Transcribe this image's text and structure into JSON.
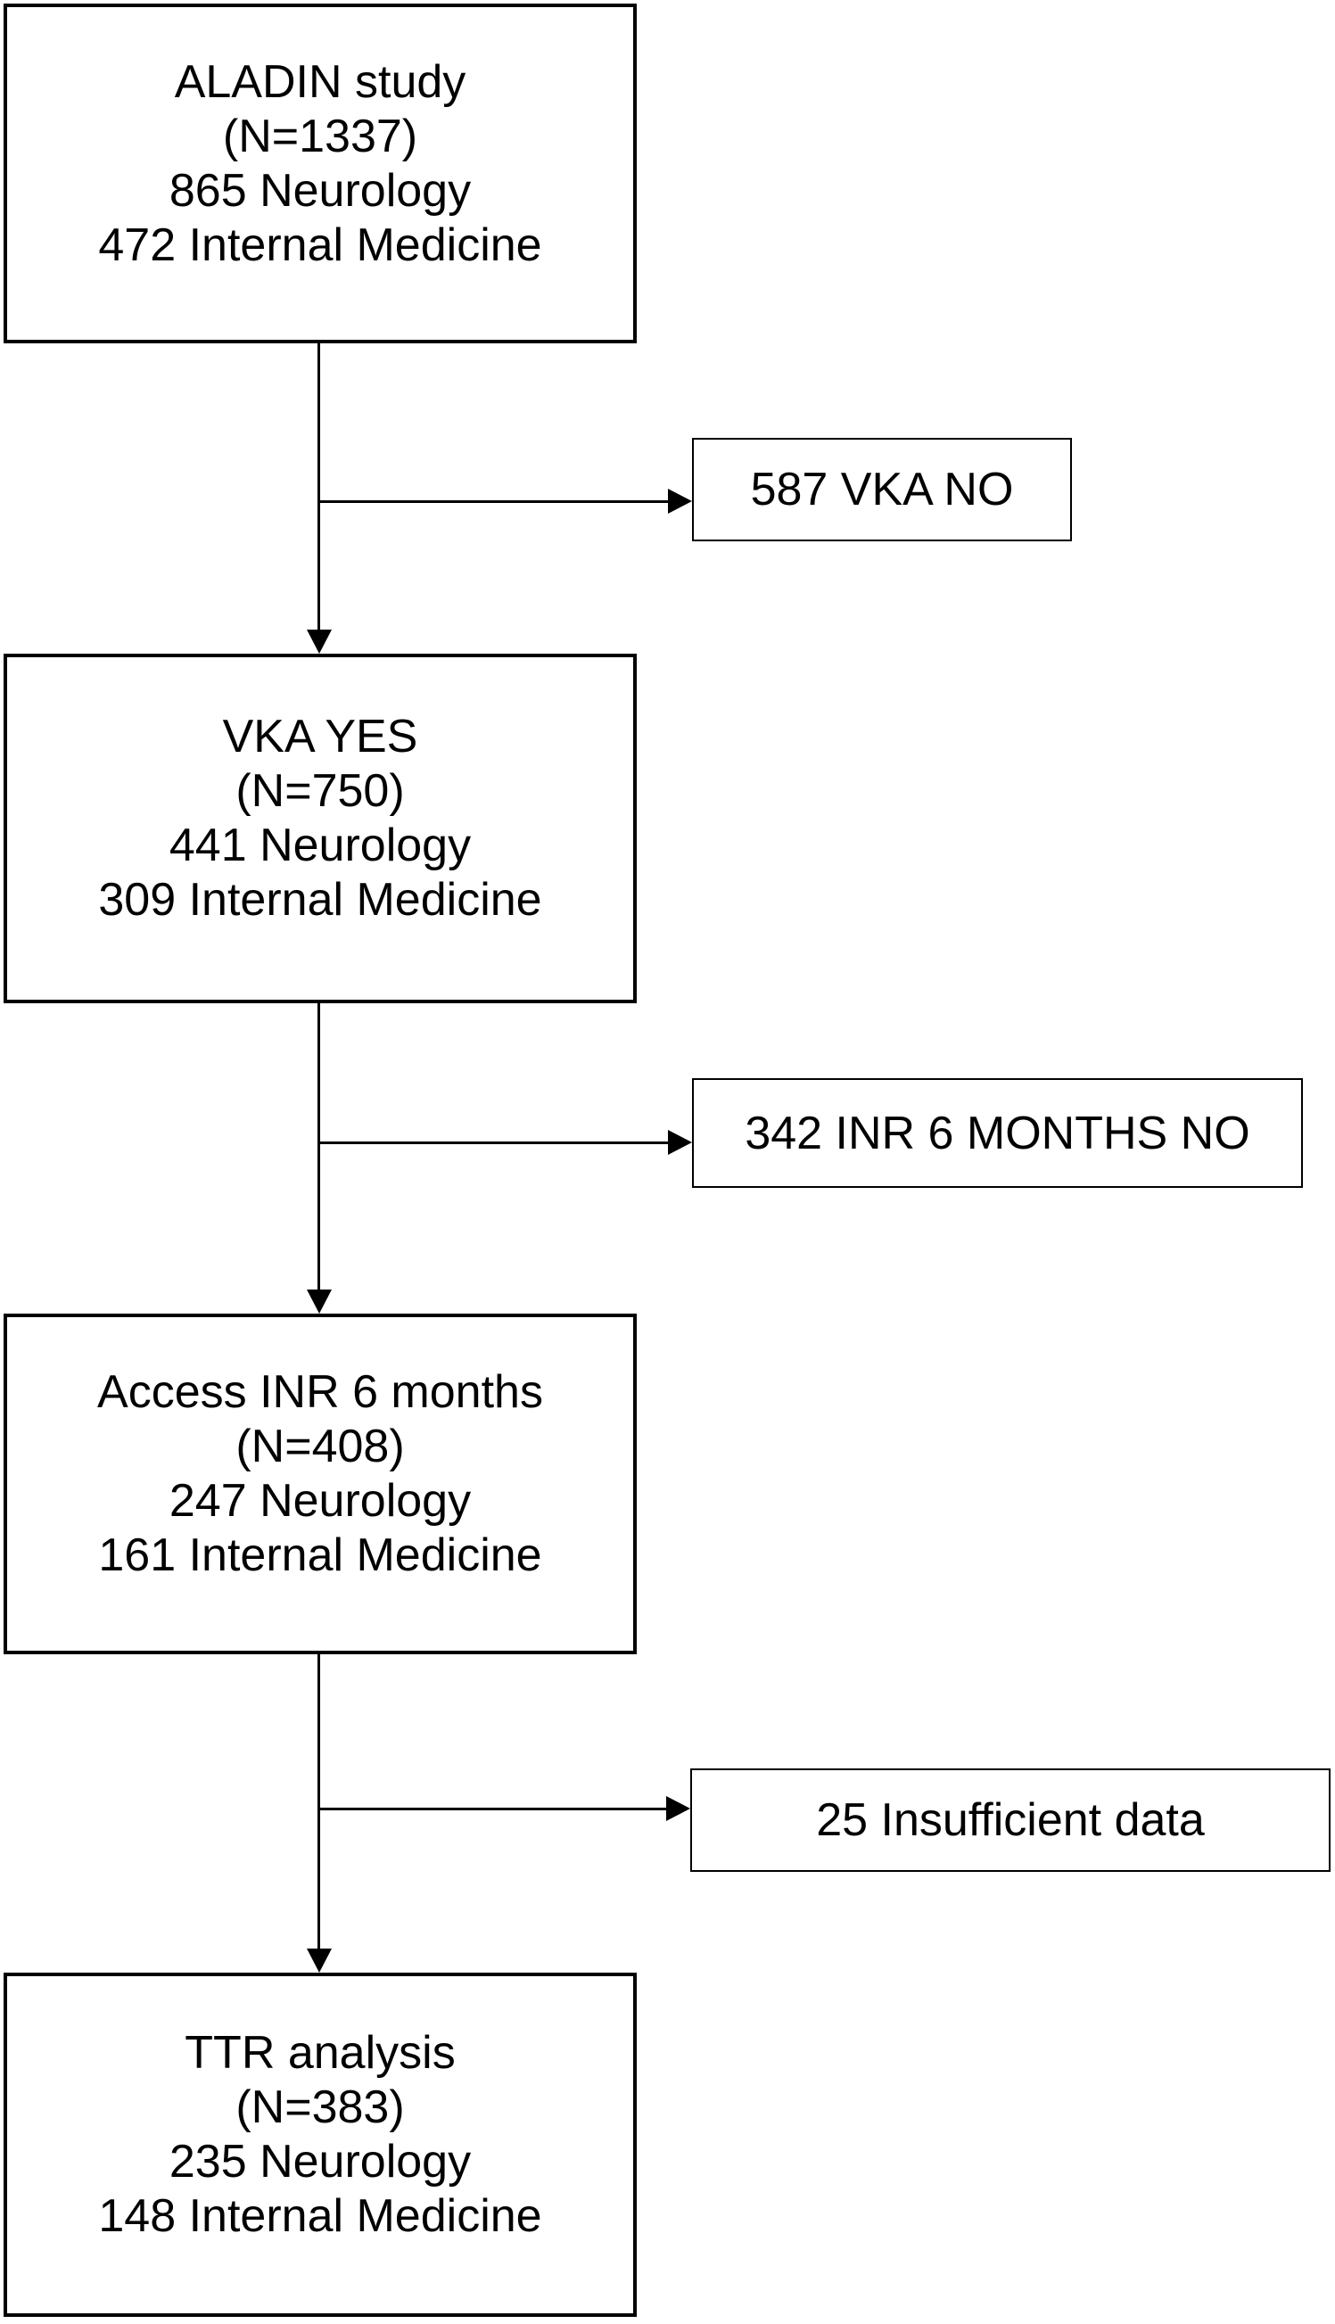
{
  "figure": {
    "type": "study-flow-diagram",
    "background_color": "#ffffff",
    "line_color": "#000000",
    "text_color": "#000000",
    "main_boxes": [
      {
        "lines": [
          "ALADIN study",
          "(N=1337)",
          "865 Neurology",
          "472 Internal Medicine"
        ]
      },
      {
        "lines": [
          "VKA YES",
          "(N=750)",
          "441 Neurology",
          "309 Internal Medicine"
        ]
      },
      {
        "lines": [
          "Access INR 6 months",
          "(N=408)",
          "247 Neurology",
          "161 Internal Medicine"
        ]
      },
      {
        "lines": [
          "TTR analysis",
          "(N=383)",
          "235 Neurology",
          "148 Internal Medicine"
        ]
      }
    ],
    "exclusion_boxes": [
      {
        "label": "587 VKA NO"
      },
      {
        "label": "342 INR 6 MONTHS NO"
      },
      {
        "label": "25 Insufficient data"
      }
    ]
  }
}
